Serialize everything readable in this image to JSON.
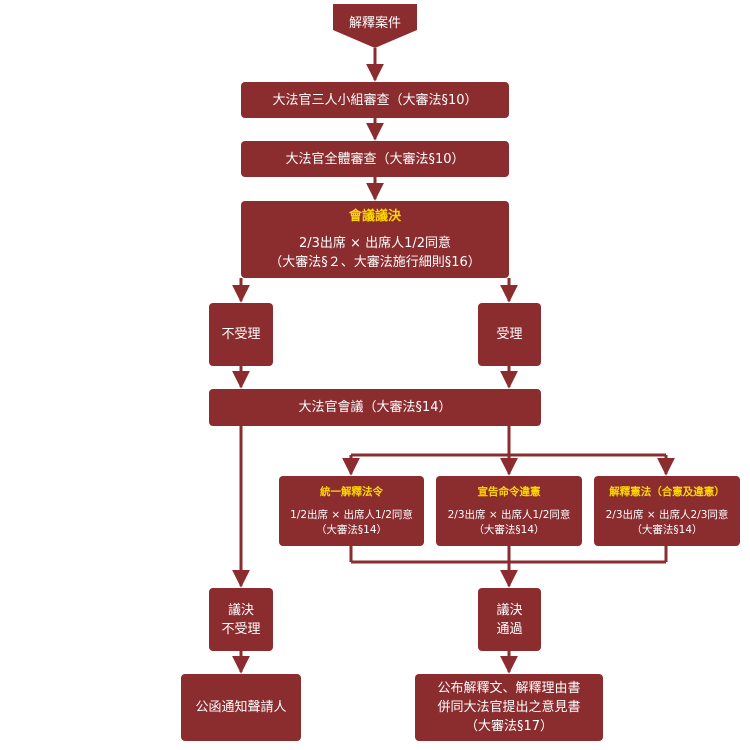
{
  "start": {
    "label": "解釋案件"
  },
  "review3": {
    "label": "大法官三人小組審查（大審法§10）"
  },
  "reviewAll": {
    "label": "大法官全體審查（大審法§10）"
  },
  "vote": {
    "title": "會議議決",
    "line1": "2/3出席 × 出席人1/2同意",
    "line2": "（大審法§２、大審法施行細則§16）"
  },
  "reject": {
    "label": "不受理"
  },
  "accept": {
    "label": "受理"
  },
  "meeting": {
    "label": "大法官會議（大審法§14）"
  },
  "unify": {
    "title": "統一解釋法令",
    "line1": "1/2出席 × 出席人1/2同意",
    "line2": "（大審法§14）"
  },
  "declare": {
    "title": "宣告命令違憲",
    "line1": "2/3出席 × 出席人1/2同意",
    "line2": "（大審法§14）"
  },
  "interpret": {
    "title": "解釋憲法（合憲及違憲）",
    "line1": "2/3出席 × 出席人2/3同意",
    "line2": "（大審法§14）"
  },
  "resolvedReject": {
    "line1": "議決",
    "line2": "不受理"
  },
  "resolvedPass": {
    "line1": "議決",
    "line2": "通過"
  },
  "notify": {
    "label": "公函通知聲請人"
  },
  "publish": {
    "line1": "公布解釋文、解釋理由書",
    "line2": "併同大法官提出之意見書",
    "line3": "（大審法§17）"
  },
  "colors": {
    "box": "#8b2c2f",
    "highlight": "#ffd700",
    "text": "#ffffff"
  }
}
